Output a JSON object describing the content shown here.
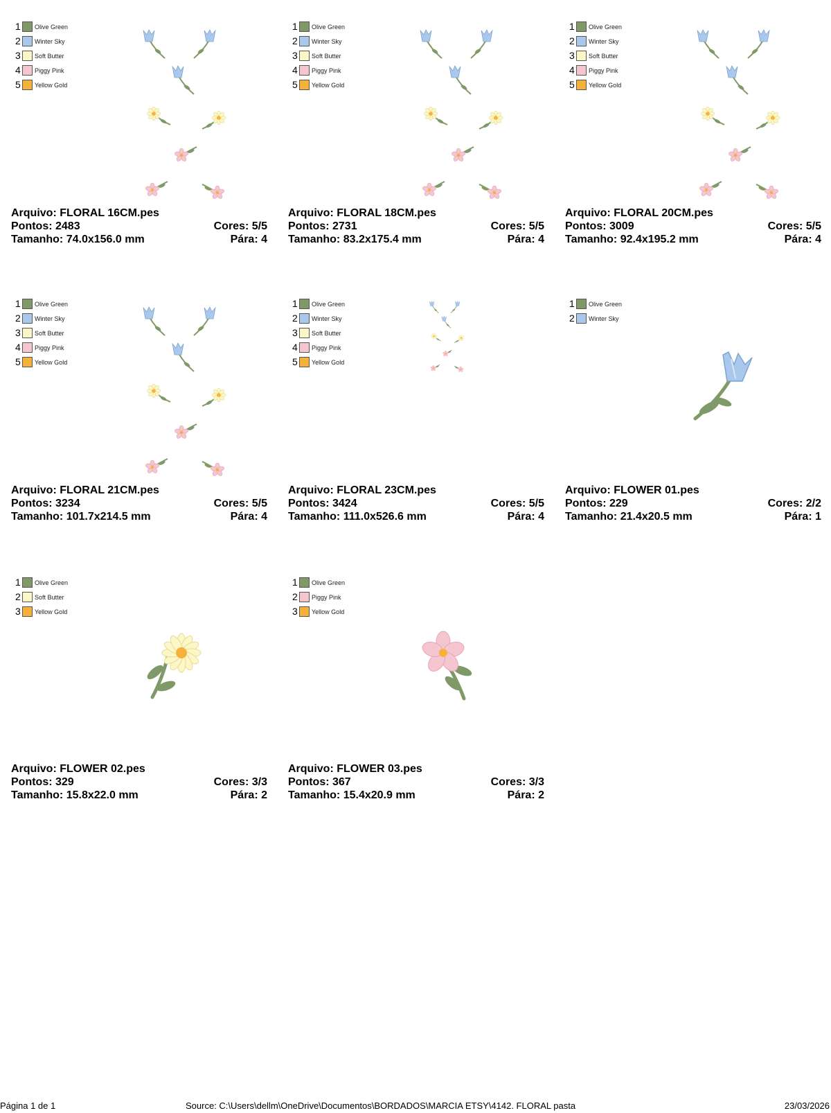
{
  "designs": [
    {
      "file_label": "Arquivo: FLORAL 16CM.pes",
      "points_label": "Pontos: 2483",
      "colors_label": "Cores: 5/5",
      "size_label": "Tamanho: 74.0x156.0 mm",
      "stops_label": "Pára: 4",
      "art": "floral",
      "colors": [
        {
          "num": "1",
          "name": "Olive Green",
          "hex": "#7f9a68"
        },
        {
          "num": "2",
          "name": "Winter Sky",
          "hex": "#a9c8ec"
        },
        {
          "num": "3",
          "name": "Soft Butter",
          "hex": "#fdf6c6"
        },
        {
          "num": "4",
          "name": "Piggy Pink",
          "hex": "#f6c6d0"
        },
        {
          "num": "5",
          "name": "Yellow Gold",
          "hex": "#f6b13b"
        }
      ]
    },
    {
      "file_label": "Arquivo: FLORAL 18CM.pes",
      "points_label": "Pontos: 2731",
      "colors_label": "Cores: 5/5",
      "size_label": "Tamanho: 83.2x175.4 mm",
      "stops_label": "Pára: 4",
      "art": "floral",
      "colors": [
        {
          "num": "1",
          "name": "Olive Green",
          "hex": "#7f9a68"
        },
        {
          "num": "2",
          "name": "Winter Sky",
          "hex": "#a9c8ec"
        },
        {
          "num": "3",
          "name": "Soft Butter",
          "hex": "#fdf6c6"
        },
        {
          "num": "4",
          "name": "Piggy Pink",
          "hex": "#f6c6d0"
        },
        {
          "num": "5",
          "name": "Yellow Gold",
          "hex": "#f6b13b"
        }
      ]
    },
    {
      "file_label": "Arquivo: FLORAL 20CM.pes",
      "points_label": "Pontos: 3009",
      "colors_label": "Cores: 5/5",
      "size_label": "Tamanho: 92.4x195.2 mm",
      "stops_label": "Pára: 4",
      "art": "floral",
      "colors": [
        {
          "num": "1",
          "name": "Olive Green",
          "hex": "#7f9a68"
        },
        {
          "num": "2",
          "name": "Winter Sky",
          "hex": "#a9c8ec"
        },
        {
          "num": "3",
          "name": "Soft Butter",
          "hex": "#fdf6c6"
        },
        {
          "num": "4",
          "name": "Piggy Pink",
          "hex": "#f6c6d0"
        },
        {
          "num": "5",
          "name": "Yellow Gold",
          "hex": "#f6b13b"
        }
      ]
    },
    {
      "file_label": "Arquivo: FLORAL 21CM.pes",
      "points_label": "Pontos: 3234",
      "colors_label": "Cores: 5/5",
      "size_label": "Tamanho: 101.7x214.5 mm",
      "stops_label": "Pára: 4",
      "art": "floral",
      "colors": [
        {
          "num": "1",
          "name": "Olive Green",
          "hex": "#7f9a68"
        },
        {
          "num": "2",
          "name": "Winter Sky",
          "hex": "#a9c8ec"
        },
        {
          "num": "3",
          "name": "Soft Butter",
          "hex": "#fdf6c6"
        },
        {
          "num": "4",
          "name": "Piggy Pink",
          "hex": "#f6c6d0"
        },
        {
          "num": "5",
          "name": "Yellow Gold",
          "hex": "#f6b13b"
        }
      ]
    },
    {
      "file_label": "Arquivo: FLORAL 23CM.pes",
      "points_label": "Pontos: 3424",
      "colors_label": "Cores: 5/5",
      "size_label": "Tamanho: 111.0x526.6 mm",
      "stops_label": "Pára: 4",
      "art": "floral-small",
      "colors": [
        {
          "num": "1",
          "name": "Olive Green",
          "hex": "#7f9a68"
        },
        {
          "num": "2",
          "name": "Winter Sky",
          "hex": "#a9c8ec"
        },
        {
          "num": "3",
          "name": "Soft Butter",
          "hex": "#fdf6c6"
        },
        {
          "num": "4",
          "name": "Piggy Pink",
          "hex": "#f6c6d0"
        },
        {
          "num": "5",
          "name": "Yellow Gold",
          "hex": "#f6b13b"
        }
      ]
    },
    {
      "file_label": "Arquivo: FLOWER 01.pes",
      "points_label": "Pontos: 229",
      "colors_label": "Cores: 2/2",
      "size_label": "Tamanho: 21.4x20.5 mm",
      "stops_label": "Pára: 1",
      "art": "bell",
      "colors": [
        {
          "num": "1",
          "name": "Olive Green",
          "hex": "#7f9a68"
        },
        {
          "num": "2",
          "name": "Winter Sky",
          "hex": "#a9c8ec"
        }
      ]
    },
    {
      "file_label": "Arquivo: FLOWER 02.pes",
      "points_label": "Pontos: 329",
      "colors_label": "Cores: 3/3",
      "size_label": "Tamanho: 15.8x22.0 mm",
      "stops_label": "Pára: 2",
      "art": "daisy",
      "colors": [
        {
          "num": "1",
          "name": "Olive Green",
          "hex": "#7f9a68"
        },
        {
          "num": "2",
          "name": "Soft Butter",
          "hex": "#fdf6c6"
        },
        {
          "num": "3",
          "name": "Yellow Gold",
          "hex": "#f6b13b"
        }
      ]
    },
    {
      "file_label": "Arquivo: FLOWER 03.pes",
      "points_label": "Pontos: 367",
      "colors_label": "Cores: 3/3",
      "size_label": "Tamanho: 15.4x20.9 mm",
      "stops_label": "Pára: 2",
      "art": "pink",
      "colors": [
        {
          "num": "1",
          "name": "Olive Green",
          "hex": "#7f9a68"
        },
        {
          "num": "2",
          "name": "Piggy Pink",
          "hex": "#f6c6d0"
        },
        {
          "num": "3",
          "name": "Yellow Gold",
          "hex": "#f6b13b"
        }
      ]
    }
  ],
  "footer": {
    "page": "Página 1 de 1",
    "source": "Source: C:\\Users\\dellm\\OneDrive\\Documentos\\BORDADOS\\MARCIA ETSY\\4142. FLORAL pasta",
    "date": "23/03/2026"
  }
}
